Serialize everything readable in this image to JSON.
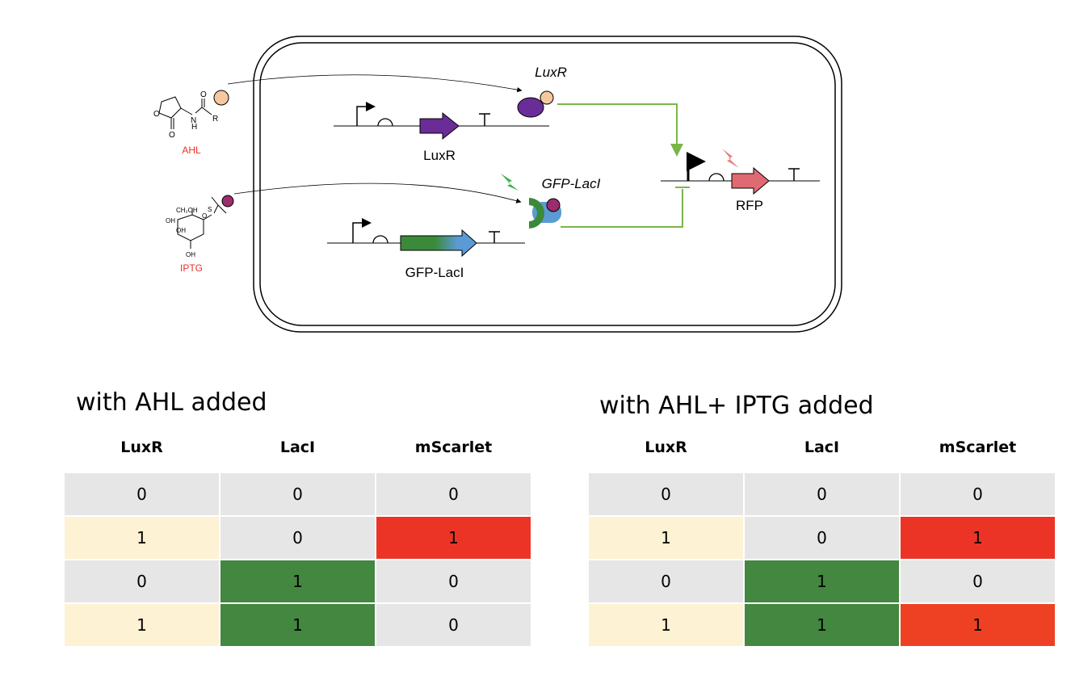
{
  "diagram": {
    "molecules": [
      {
        "name": "AHL",
        "color": "#e8312a"
      },
      {
        "name": "IPTG",
        "color": "#e8312a"
      }
    ],
    "labels": {
      "luxr_protein": "LuxR",
      "luxr_gene": "LuxR",
      "gfp_laci_protein": "GFP-LacI",
      "gfp_laci_gene": "GFP-LacI",
      "rfp_gene": "RFP"
    },
    "colors": {
      "luxr": "#6a2d98",
      "ahl_ball": "#f5c8a0",
      "iptg_ball": "#9a2d6c",
      "gfp": "#3a8a3a",
      "laci": "#5b9bd5",
      "rfp": "#e06a72",
      "regulation_line": "#7ab648",
      "lightning_green": "#3cb04a",
      "lightning_red": "#e8797a"
    }
  },
  "tables": [
    {
      "title": "with AHL added",
      "headers": [
        "LuxR",
        "LacI",
        "mScarlet"
      ],
      "rows": [
        [
          "0",
          "0",
          "0"
        ],
        [
          "1",
          "0",
          "1"
        ],
        [
          "0",
          "1",
          "0"
        ],
        [
          "1",
          "1",
          "0"
        ]
      ]
    },
    {
      "title": "with AHL+ IPTG added",
      "headers": [
        "LuxR",
        "LacI",
        "mScarlet"
      ],
      "rows": [
        [
          "0",
          "0",
          "0"
        ],
        [
          "1",
          "0",
          "1"
        ],
        [
          "0",
          "1",
          "0"
        ],
        [
          "1",
          "1",
          "1"
        ]
      ]
    }
  ],
  "cell_colors": {
    "off": "#e6e6e6",
    "luxr_on": "#fdf2d3",
    "laci_on": "#438740",
    "mscarlet_on": "#ec3426"
  }
}
